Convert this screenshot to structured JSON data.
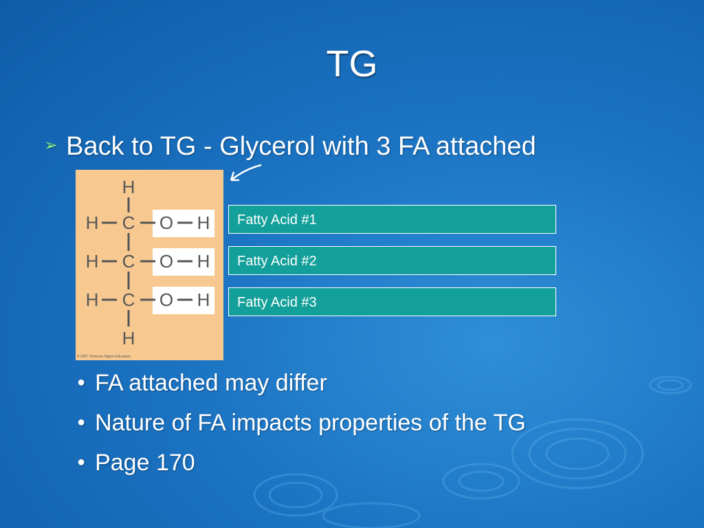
{
  "slide": {
    "title": "TG",
    "main_bullet": "Back to TG - Glycerol with 3 FA attached",
    "structure": {
      "atoms": {
        "h": "H",
        "c": "C",
        "o": "O"
      },
      "copyright": "© 2007 Thomson Higher Education"
    },
    "fatty_acids": [
      "Fatty Acid #1",
      "Fatty Acid #2",
      "Fatty Acid #3"
    ],
    "sub_bullets": [
      "FA attached may differ",
      "Nature of FA impacts properties of the TG",
      "Page 170"
    ]
  },
  "colors": {
    "background": "#1b73c2",
    "fatty_acid_box": "#14a09a",
    "structure_panel": "#f7c990",
    "bullet_arrow": "#8ef08a"
  },
  "icons": {
    "main_bullet": "green-arrow-bullet-icon",
    "pointer": "curved-arrow-icon",
    "sub_bullet": "dot-bullet-icon"
  }
}
